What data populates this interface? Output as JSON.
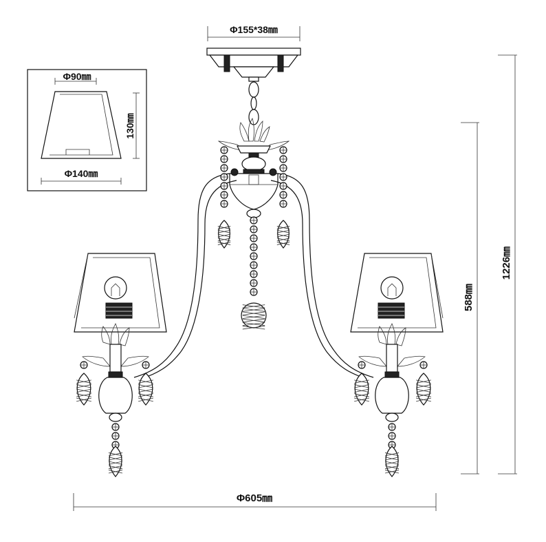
{
  "dimensions": {
    "canopy": "Φ155*38㎜",
    "shade_top": "Φ90㎜",
    "shade_height": "130㎜",
    "shade_bottom": "Φ140㎜",
    "body_height": "588㎜",
    "total_height": "1226㎜",
    "overall_width": "Φ605㎜"
  },
  "colors": {
    "line": "#111111",
    "background": "#ffffff"
  }
}
